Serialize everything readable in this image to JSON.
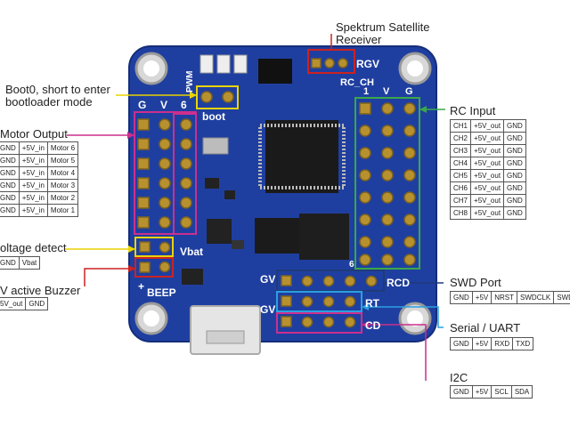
{
  "board": {
    "silk_gnd": "G",
    "silk_v": "V",
    "silk_6": "6",
    "silk_pwm": "PWM",
    "silk_boot": "boot",
    "silk_rgv": "RGV",
    "silk_rc_ch": "RC_CH",
    "silk_1": "1",
    "silk_rc_v": "V",
    "silk_rc_g": "G",
    "silk_vbat": "Vbat",
    "silk_beep": "BEEP",
    "silk_plus": "+",
    "silk_gv1": "GV",
    "silk_rcd": "RCD",
    "silk_rt": "RT",
    "silk_gv2": "GV",
    "silk_cd": "CD",
    "silk_6b": "6"
  },
  "callouts": {
    "spektrum": {
      "line1": "Spektrum Satellite",
      "line2": "Receiver"
    },
    "boot0": {
      "line1": "Boot0, short to enter",
      "line2": "bootloader mode"
    },
    "motor_output": {
      "title": "Motor Output",
      "rows": [
        [
          "GND",
          "+5V_in",
          "Motor 6"
        ],
        [
          "GND",
          "+5V_in",
          "Motor 5"
        ],
        [
          "GND",
          "+5V_in",
          "Motor 4"
        ],
        [
          "GND",
          "+5V_in",
          "Motor 3"
        ],
        [
          "GND",
          "+5V_in",
          "Motor 2"
        ],
        [
          "GND",
          "+5V_in",
          "Motor 1"
        ]
      ]
    },
    "voltage_detect": {
      "title": "oltage detect",
      "cells": [
        "GND",
        "Vbat"
      ]
    },
    "buzzer": {
      "title": "V active Buzzer",
      "cells": [
        "5V_out",
        "GND"
      ]
    },
    "rc_input": {
      "title": "RC Input",
      "rows": [
        [
          "CH1",
          "+5V_out",
          "GND"
        ],
        [
          "CH2",
          "+5V_out",
          "GND"
        ],
        [
          "CH3",
          "+5V_out",
          "GND"
        ],
        [
          "CH4",
          "+5V_out",
          "GND"
        ],
        [
          "CH5",
          "+5V_out",
          "GND"
        ],
        [
          "CH6",
          "+5V_out",
          "GND"
        ],
        [
          "CH7",
          "+5V_out",
          "GND"
        ],
        [
          "CH8",
          "+5V_out",
          "GND"
        ]
      ]
    },
    "swd": {
      "title": "SWD Port",
      "cells": [
        "GND",
        "+5V",
        "NRST",
        "SWDCLK",
        "SWDIO"
      ]
    },
    "serial": {
      "title": "Serial / UART",
      "cells": [
        "GND",
        "+5V",
        "RXD",
        "TXD"
      ]
    },
    "i2c": {
      "title": "I2C",
      "cells": [
        "GND",
        "+5V",
        "SCL",
        "SDA"
      ]
    }
  },
  "colors": {
    "board": "#1f3fa0",
    "board_dark": "#142d7a",
    "gold": "#b8912f",
    "spektrum": "#cc2222",
    "boot": "#e8d400",
    "motor": "#cc2f8e",
    "rc": "#3aa84a",
    "voltage": "#e8d400",
    "buzzer": "#cc2222",
    "swd": "#1f3a7a",
    "serial": "#2aa0e0",
    "i2c": "#cc2f8e"
  }
}
